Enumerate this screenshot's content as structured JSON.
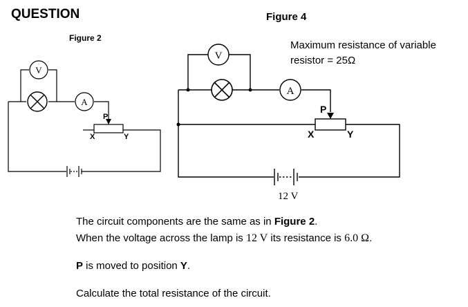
{
  "heading": "QUESTION",
  "figure2": {
    "title": "Figure 2",
    "voltmeter": "V",
    "ammeter": "A",
    "slider": "P",
    "end_x": "X",
    "end_y": "Y"
  },
  "figure4": {
    "title": "Figure 4",
    "note_line1": "Maximum resistance of variable",
    "note_line2": "resistor = 25Ω",
    "voltmeter": "V",
    "ammeter": "A",
    "slider": "P",
    "end_x": "X",
    "end_y": "Y",
    "supply": "12 V"
  },
  "question": {
    "line1_pre": "The circuit components are the same as in ",
    "line1_ref": "Figure 2",
    "line1_post": ".",
    "line2_pre": "When the voltage across the lamp is ",
    "line2_v": "12 V",
    "line2_mid": " its resistance is ",
    "line2_r": "6.0 Ω",
    "line2_post": ".",
    "line3_p": "P",
    "line3_mid": " is moved to position ",
    "line3_y": "Y",
    "line3_post": ".",
    "line4": "Calculate the total resistance of the circuit."
  }
}
